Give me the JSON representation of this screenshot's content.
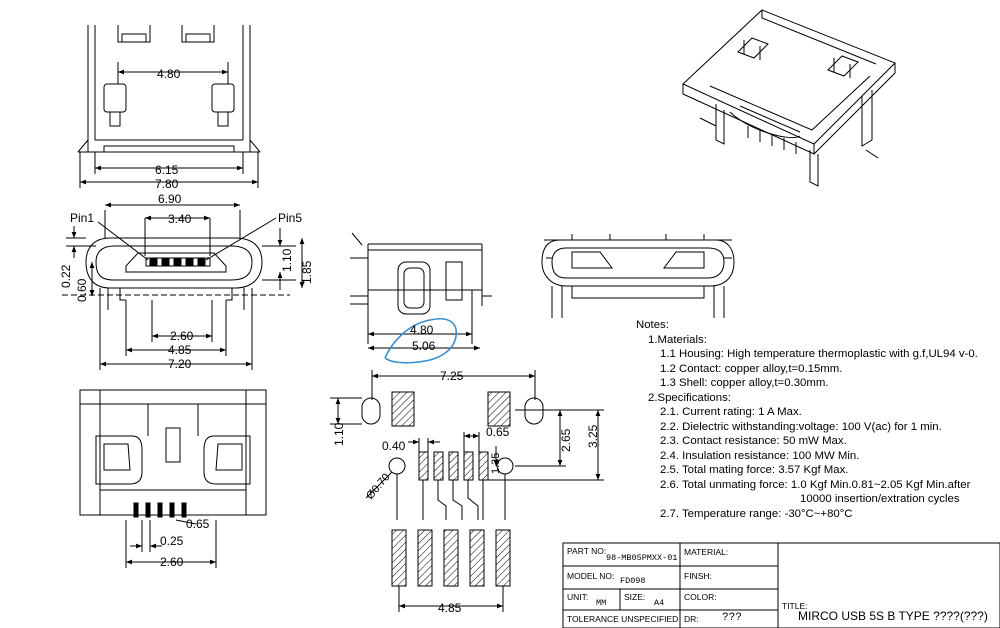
{
  "dimensions": {
    "top_view": {
      "pad_span": "4.80",
      "body_width": "6.15",
      "overall_width": "7.80"
    },
    "front_view": {
      "top_width": "6.90",
      "pin_span": "3.40",
      "pin1": "Pin1",
      "pin5": "Pin5",
      "height_right_1": "1.10",
      "height_right_2": "1.85",
      "height_left_1": "0.22",
      "height_left_2": "0.60",
      "inner_width": "2.60",
      "mid_width": "4.85",
      "bottom_width": "7.20"
    },
    "bottom_view": {
      "pitch": "0.65",
      "lead_width": "0.25",
      "lead_span": "2.60"
    },
    "side_view": {
      "depth_1": "4.80",
      "depth_2": "5.06"
    },
    "footprint": {
      "overall": "7.25",
      "hole_height": "1.10",
      "pad_width": "0.40",
      "pitch": "0.65",
      "offset_1": "2.65",
      "offset_2": "3.25",
      "small_offset": "1.35",
      "hole_dia": "Ø0.70",
      "pad_span": "4.85"
    }
  },
  "notes": {
    "heading": "Notes:",
    "lines": [
      {
        "level": 1,
        "text": "1.Materials:"
      },
      {
        "level": 2,
        "text": "1.1 Housing: High temperature thermoplastic with g.f,UL94 v-0."
      },
      {
        "level": 2,
        "text": "1.2 Contact: copper alloy,t=0.15mm."
      },
      {
        "level": 2,
        "text": "1.3 Shell: copper alloy,t=0.30mm."
      },
      {
        "level": 1,
        "text": "2.Specifications:"
      },
      {
        "level": 2,
        "text": "2.1. Current rating: 1 A Max."
      },
      {
        "level": 2,
        "text": "2.2. Dielectric withstanding:voltage: 100 V(ac) for 1 min."
      },
      {
        "level": 2,
        "text": "2.3. Contact resistance: 50 mW Max."
      },
      {
        "level": 2,
        "text": "2.4. Insulation resistance: 100 MW Min."
      },
      {
        "level": 2,
        "text": "2.5. Total mating force: 3.57 Kgf Max."
      },
      {
        "level": 2,
        "text": "2.6. Total unmating force: 1.0 Kgf Min.0.81~2.05 Kgf Min.after"
      },
      {
        "level": 3,
        "text": "10000 insertion/extration cycles"
      },
      {
        "level": 2,
        "text": "2.7. Temperature range: -30°C~+80°C"
      }
    ]
  },
  "title_block": {
    "part_no_label": "PART NO:",
    "part_no_value": "98-MB05PMXX-01",
    "material_label": "MATERIAL:",
    "model_no_label": "MODEL NO:",
    "model_no_value": "FD098",
    "finish_label": "FINSH:",
    "unit_label": "UNIT:",
    "unit_value": "MM",
    "size_label": "SIZE:",
    "size_value": "A4",
    "color_label": "COLOR:",
    "tolerance_label": "TOLERANCE UNSPECIFIED",
    "dr_label": "DR:",
    "dr_value": "???",
    "title_label": "TITLE:",
    "title_value": "MIRCO USB 5S B TYPE ????(???)"
  }
}
